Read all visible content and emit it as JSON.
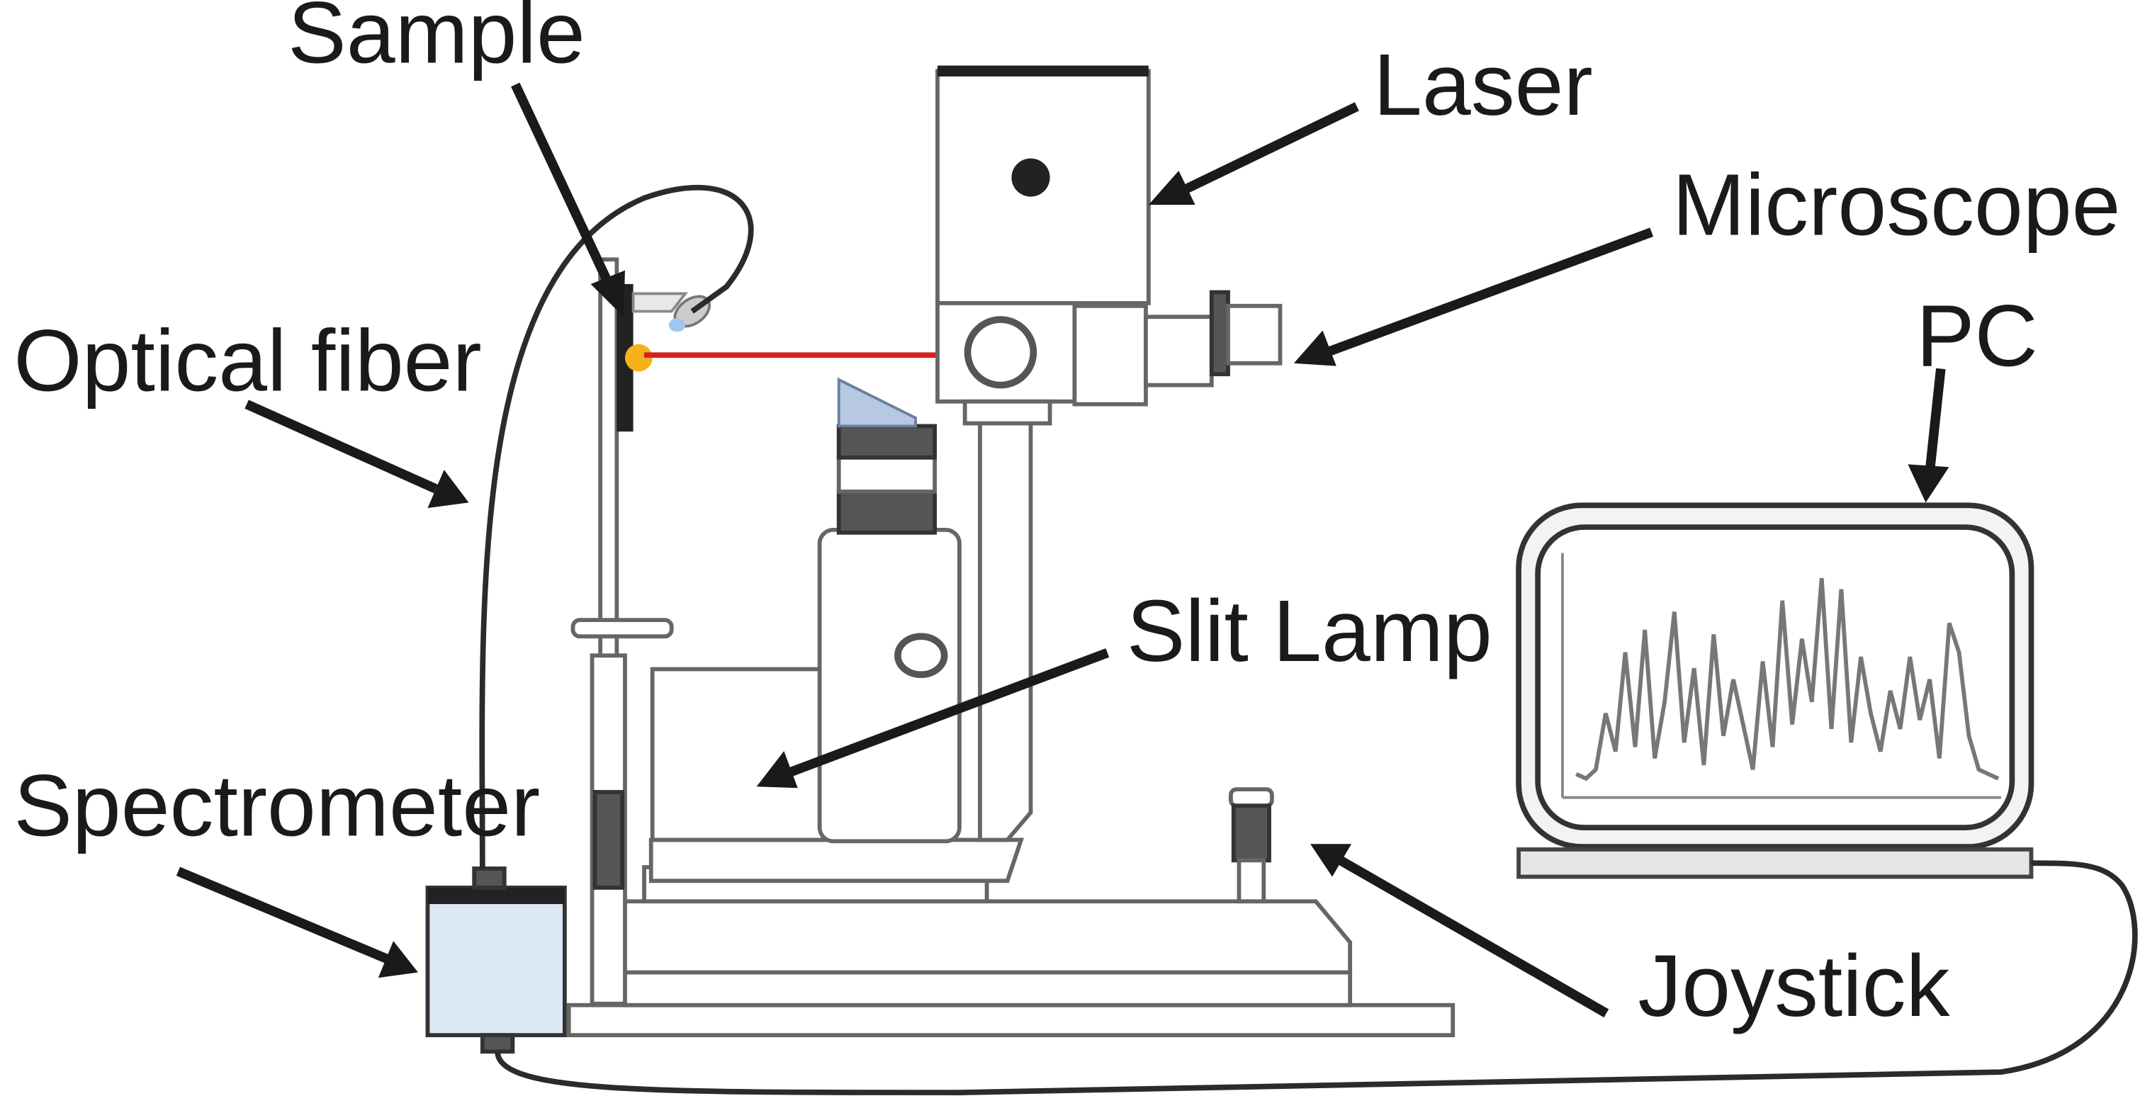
{
  "labels": {
    "sample": "Sample",
    "laser": "Laser",
    "microscope": "Microscope",
    "optical_fiber": "Optical fiber",
    "pc": "PC",
    "slit_lamp": "Slit Lamp",
    "spectrometer": "Spectrometer",
    "joystick": "Joystick"
  },
  "colors": {
    "laser_beam": "#d42020",
    "sample_spot": "#f5b21b",
    "spectrometer_body": "#dbe8f5",
    "prism": "#b6c8e2",
    "led": "#9ec7f0"
  },
  "spectrum_trace": [
    0.08,
    0.06,
    0.1,
    0.35,
    0.18,
    0.62,
    0.2,
    0.72,
    0.15,
    0.4,
    0.8,
    0.22,
    0.55,
    0.12,
    0.7,
    0.25,
    0.5,
    0.3,
    0.1,
    0.58,
    0.2,
    0.85,
    0.3,
    0.68,
    0.4,
    0.95,
    0.28,
    0.9,
    0.22,
    0.6,
    0.35,
    0.18,
    0.45,
    0.28,
    0.6,
    0.32,
    0.5,
    0.15,
    0.75,
    0.62,
    0.25,
    0.1,
    0.08,
    0.06
  ]
}
